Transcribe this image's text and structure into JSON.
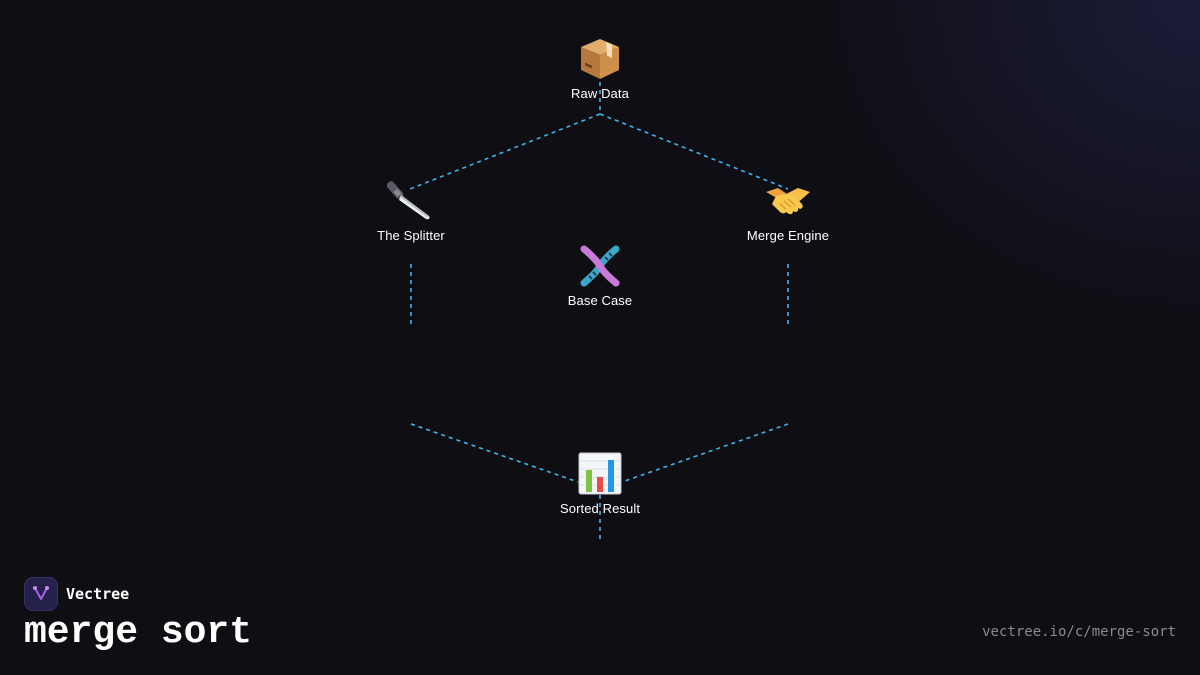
{
  "colors": {
    "background": "#0e0e13",
    "connector": "#3fb4f0",
    "label": "#ffffff",
    "muted": "#8a8a94",
    "logo_bg": "#24214a",
    "logo_mark": "#a95de8"
  },
  "nodes": [
    {
      "id": "raw-data",
      "label": "Raw Data",
      "icon": "package-icon"
    },
    {
      "id": "splitter",
      "label": "The Splitter",
      "icon": "knife-icon"
    },
    {
      "id": "merge-engine",
      "label": "Merge Engine",
      "icon": "handshake-icon"
    },
    {
      "id": "base-case",
      "label": "Base Case",
      "icon": "dna-icon"
    },
    {
      "id": "sorted-result",
      "label": "Sorted Result",
      "icon": "bar-chart-icon"
    }
  ],
  "brand": {
    "name": "Vectree",
    "icon": "vectree-logo-icon"
  },
  "title": "merge sort",
  "url": "vectree.io/c/merge-sort"
}
